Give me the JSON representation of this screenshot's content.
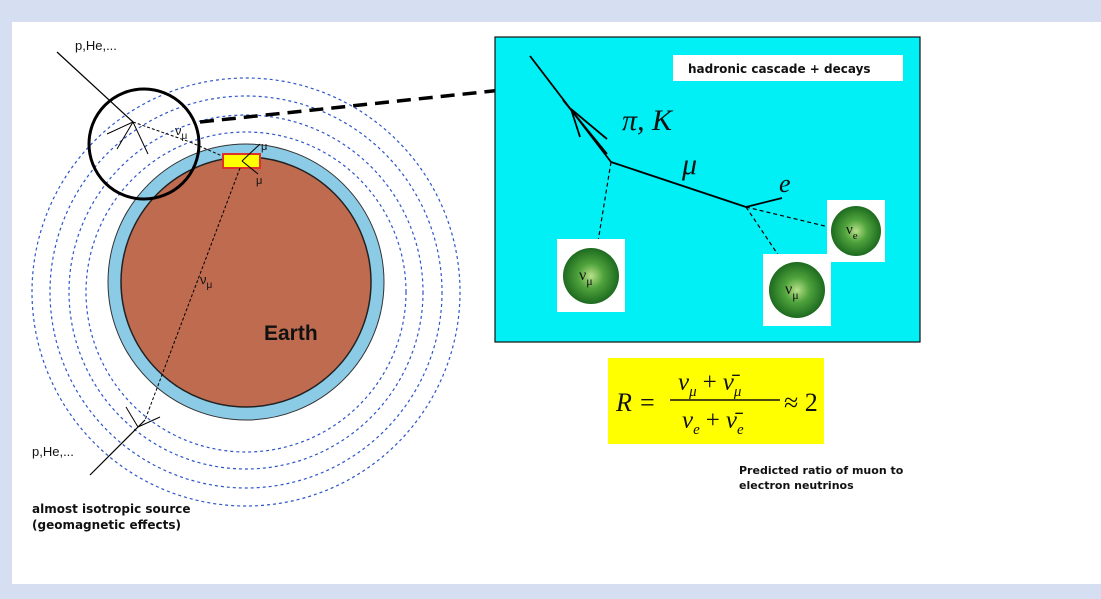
{
  "diagram": {
    "left": {
      "primary_top": "p,He,...",
      "primary_bottom": "p,He,...",
      "nu_mu_near_circle": "ν",
      "nu_mu_near_circle_sub": "μ",
      "mu_top": "μ",
      "mu_bottom": "μ",
      "nu_mu_mid": "ν",
      "nu_mu_mid_sub": "μ",
      "earth_label": "Earth",
      "caption_line1": "almost isotropic source",
      "caption_line2": "(geomagnetic effects)"
    },
    "right": {
      "box_title": "hadronic cascade + decays",
      "pi_k": "π, K",
      "mu": "μ",
      "e": "e",
      "nu_mu_1": "ν",
      "nu_mu_1_sub": "μ",
      "nu_mu_2": "ν",
      "nu_mu_2_sub": "μ",
      "nu_e": "ν",
      "nu_e_sub": "e"
    },
    "formula": {
      "lhs": "R =",
      "num_a": "ν",
      "num_a_sub": "μ",
      "num_plus": "+",
      "num_b": "ν̄",
      "num_b_sub": "μ",
      "den_a": "ν",
      "den_a_sub": "e",
      "den_plus": "+",
      "den_b": "ν̄",
      "den_b_sub": "e",
      "approx": "≈ 2"
    },
    "ratio_caption_line1": "Predicted ratio of muon to",
    "ratio_caption_line2": "electron neutrinos"
  },
  "colors": {
    "earth": "#bf6b4f",
    "atmosphere": "#8ccbe6",
    "dashed_orbit": "#2d56c9",
    "cascade_box": "#00f0f5",
    "formula_box": "#ffff00",
    "detector": "#ffff00",
    "detector_border": "#e0302a",
    "neutrino_ball": "#2e8c2a"
  }
}
